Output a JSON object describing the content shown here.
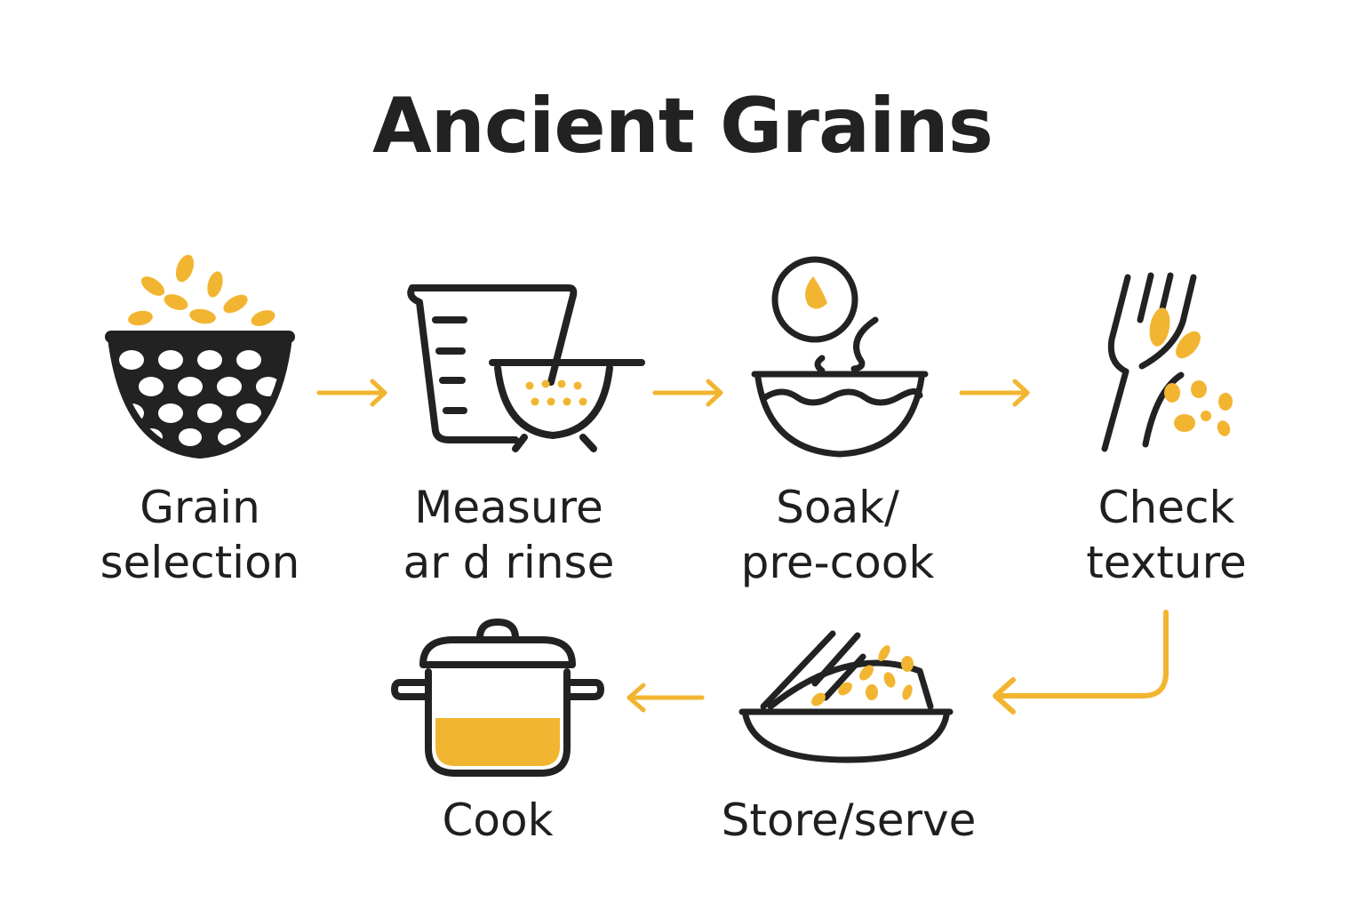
{
  "title": "Ancient Grains",
  "colors": {
    "accent": "#F2B531",
    "ink": "#222222",
    "background": "#FFFFFF"
  },
  "steps": [
    {
      "icon": "grain-basket-icon",
      "line1": "Grain",
      "line2": "selection"
    },
    {
      "icon": "measuring-cup-strainer-icon",
      "line1": "Measure",
      "line2": "ar d rinse"
    },
    {
      "icon": "soaking-bowl-timer-icon",
      "line1": "Soak/",
      "line2": "pre-cook"
    },
    {
      "icon": "fork-grains-icon",
      "line1": "Check",
      "line2": "texture"
    },
    {
      "icon": "serving-bowl-icon",
      "line1": "Store/serve",
      "line2": ""
    },
    {
      "icon": "cooking-pot-icon",
      "line1": "Cook",
      "line2": ""
    }
  ]
}
